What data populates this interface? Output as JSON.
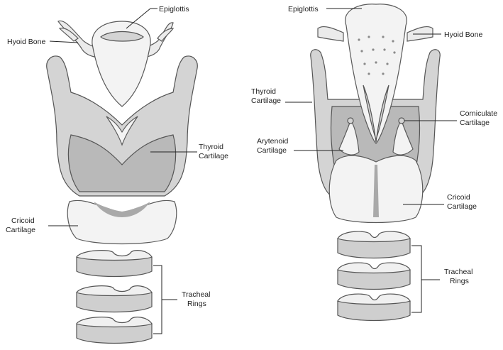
{
  "colors": {
    "line": "#222222",
    "cartilage": "#d4d4d4",
    "highlight": "#f3f3f3",
    "shadow": "#a9a9a9"
  },
  "anterior": {
    "epiglottis": "Epiglottis",
    "hyoid": "Hyoid Bone",
    "thyroid": [
      "Thyroid",
      "Cartilage"
    ],
    "cricoid": [
      "Cricoid",
      "Cartilage"
    ],
    "tracheal": [
      "Tracheal",
      "Rings"
    ]
  },
  "posterior": {
    "epiglottis": "Epiglottis",
    "hyoid": "Hyoid Bone",
    "thyroid": [
      "Thyroid",
      "Cartilage"
    ],
    "corniculate": [
      "Corniculate",
      "Cartilage"
    ],
    "arytenoid": [
      "Arytenoid",
      "Cartilage"
    ],
    "cricoid": [
      "Cricoid",
      "Cartilage"
    ],
    "tracheal": [
      "Tracheal",
      "Rings"
    ]
  }
}
